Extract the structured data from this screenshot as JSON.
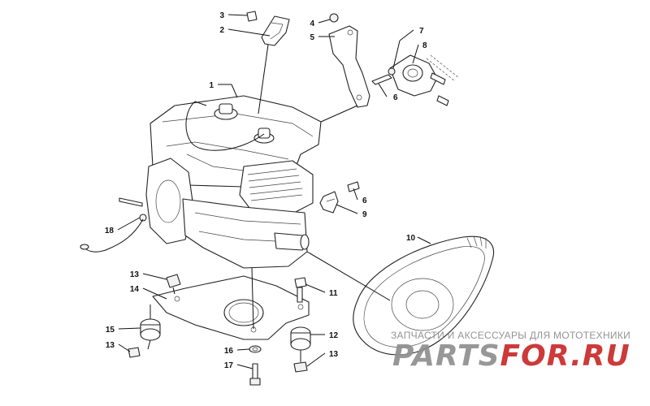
{
  "callouts": {
    "c1": "1",
    "c2": "2",
    "c3": "3",
    "c4": "4",
    "c5": "5",
    "c6a": "6",
    "c6b": "6",
    "c7": "7",
    "c8": "8",
    "c9": "9",
    "c10": "10",
    "c11": "11",
    "c12": "12",
    "c13a": "13",
    "c13b": "13",
    "c13c": "13",
    "c14": "14",
    "c15": "15",
    "c16": "16",
    "c17": "17",
    "c18": "18"
  },
  "watermark": {
    "tagline": "ЗАПЧАСТИ И АКСЕССУАРЫ ДЛЯ МОТОТЕХНИКИ",
    "brand_left": "PARTS",
    "brand_right": "FOR.RU",
    "color_gray": "#8f8f8f",
    "color_red": "#c82a2a"
  }
}
